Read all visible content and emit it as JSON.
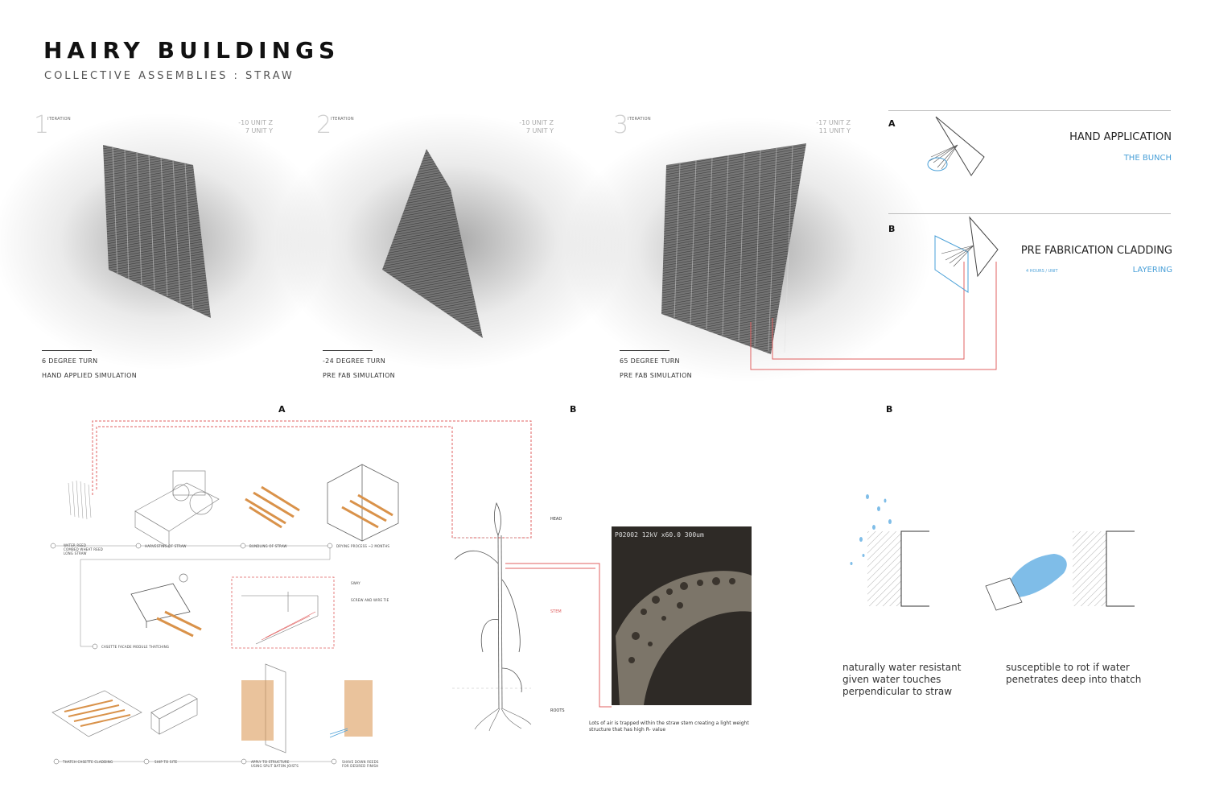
{
  "header": {
    "title": "HAIRY BUILDINGS",
    "subtitle": "COLLECTIVE ASSEMBLIES : STRAW"
  },
  "iterations": [
    {
      "number": "1",
      "tag": "ITERATION",
      "units_z": "-10 UNIT Z",
      "units_y": "7  UNIT Y",
      "turn": "6 DEGREE TURN",
      "method": "HAND APPLIED SIMULATION"
    },
    {
      "number": "2",
      "tag": "ITERATION",
      "units_z": "-10 UNIT Z",
      "units_y": "7  UNIT Y",
      "turn": "-24 DEGREE TURN",
      "method": "PRE FAB SIMULATION"
    },
    {
      "number": "3",
      "tag": "ITERATION",
      "units_z": "-17 UNIT Z",
      "units_y": "11 UNIT Y",
      "turn": "65 DEGREE TURN",
      "method": "PRE FAB SIMULATION"
    }
  ],
  "application": {
    "a": {
      "letter": "A",
      "title": "HAND APPLICATION",
      "sub": "THE BUNCH"
    },
    "b": {
      "letter": "B",
      "title": "PRE FABRICATION CLADDING",
      "note": "4 HOURS / UNIT",
      "sub": "LAYERING"
    }
  },
  "section_letters": {
    "a": "A",
    "b1": "B",
    "b2": "B"
  },
  "process": {
    "step1": "WATER REED\nCOMBED WHEAT REED\nLONG STRAW",
    "step2": "HARVESTING OF STRAW",
    "step3": "BUNDLING OF STRAW",
    "step4": "DRYING PROCESS ~2 MONTHS",
    "step5": "CASETTE FACADE MODULE THATCHING",
    "sway": "SWAY",
    "screw": "SCREW AND WIRE TIE",
    "step6": "THATCH CASETTE CLADDING",
    "step7": "SHIP TO SITE",
    "step8": "APPLY TO STRUCTURE USING SPLIT BATON JOISTS",
    "step9": "SHAVE DOWN REEDS FOR DESIRED FINISH"
  },
  "plant": {
    "head": "HEAD",
    "stem": "STEM",
    "roots": "ROOTS",
    "micro_text": "Lots of air is trapped within the straw stem creating a light weight structure that has high R- value",
    "sem_readout": "P02002 12kV x60.0   300um"
  },
  "water": {
    "left_text": "naturally water resistant given water touches perpendicular to straw",
    "right_text": "susceptible to rot if water penetrates deep into thatch"
  },
  "colors": {
    "accent_blue": "#4aa0d8",
    "route_red": "#e06060",
    "straw": "#d9924a"
  }
}
